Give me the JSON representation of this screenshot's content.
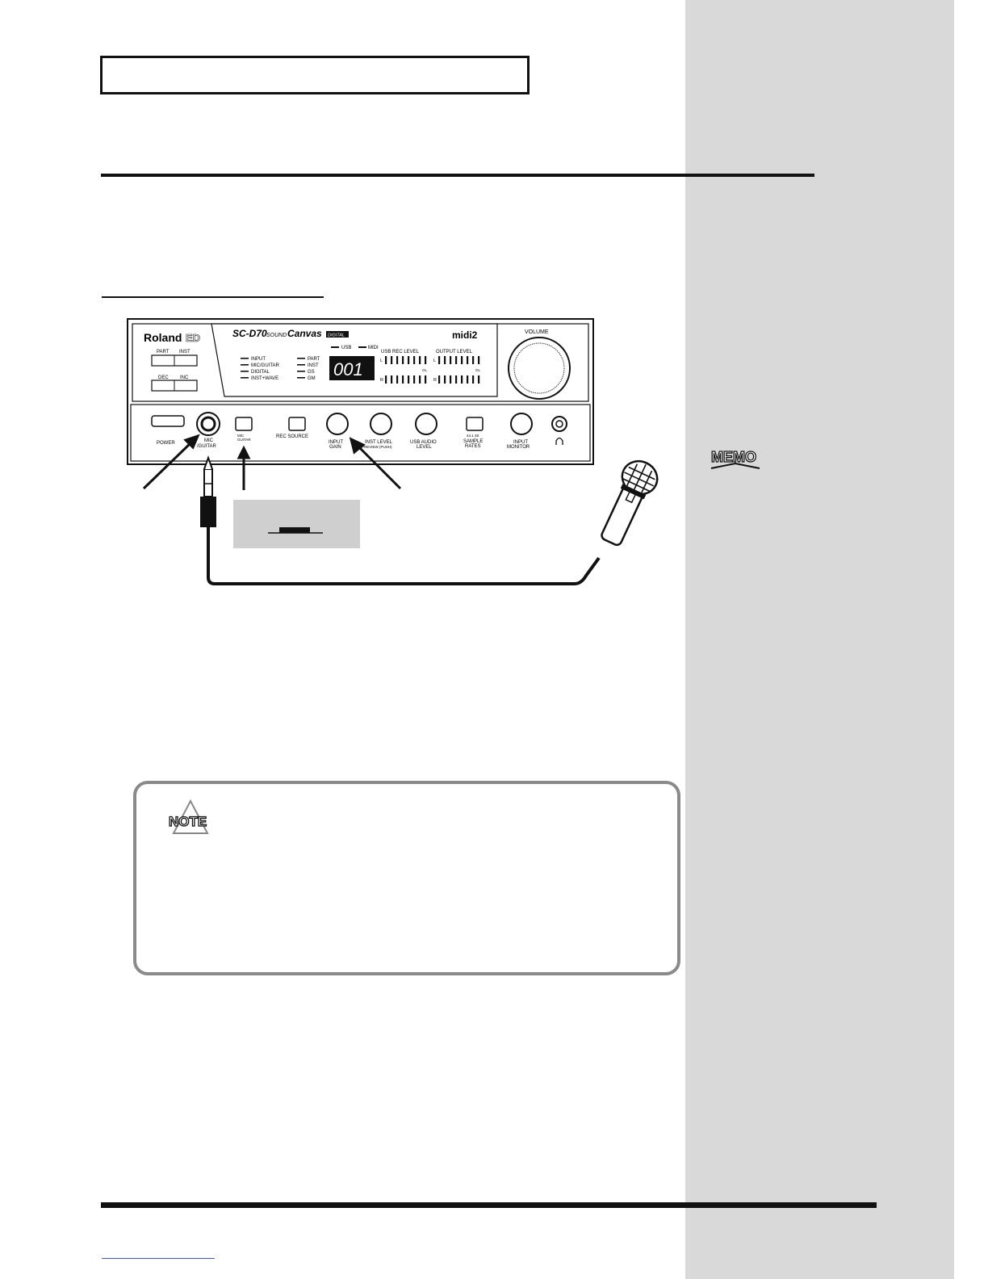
{
  "device": {
    "brand": "Roland",
    "brand_suffix": "ED",
    "model": "SC-D70",
    "product_sound": "SOUND",
    "product_canvas": "Canvas",
    "product_digital": "DIGITAL",
    "badge": "midi2",
    "volume_label": "VOLUME",
    "display_value": "001",
    "display_flags": [
      "USB",
      "MIDI"
    ],
    "mode_left": [
      "INPUT",
      "MIC/GUITAR",
      "DIGITAL",
      "INST+WAVE"
    ],
    "mode_right": [
      "PART",
      "INST",
      "GS",
      "GM"
    ],
    "meter_rec": "USB REC LEVEL",
    "meter_out": "OUTPUT LEVEL",
    "meter_ol": "OL",
    "meter_l": "L",
    "meter_r": "R",
    "part_label": "PART",
    "inst_label": "INST",
    "dec_label": "DEC",
    "inc_label": "INC",
    "power_label": "POWER",
    "mic_guitar_jack": [
      "MIC",
      "/GUITAR"
    ],
    "mic_guitar_switch": [
      "MIC",
      "GUITAR"
    ],
    "rec_source": "REC SOURCE",
    "input_gain": [
      "INPUT",
      "GAIN"
    ],
    "inst_level": [
      "INST LEVEL",
      "PREVIEW (PUSH)"
    ],
    "usb_audio_level": [
      "USB AUDIO",
      "LEVEL"
    ],
    "sample_rates_opts": "44.1 48",
    "sample_rates": [
      "SAMPLE",
      "RATES"
    ],
    "input_monitor": [
      "INPUT",
      "MONITOR"
    ]
  },
  "icons": {
    "memo": "MEMO",
    "note": "NOTE"
  },
  "colors": {
    "sidebar": "#d9d9d9",
    "rule": "#111111",
    "note_border": "#8a8a8a",
    "callout_fill": "#cfcfcf"
  }
}
